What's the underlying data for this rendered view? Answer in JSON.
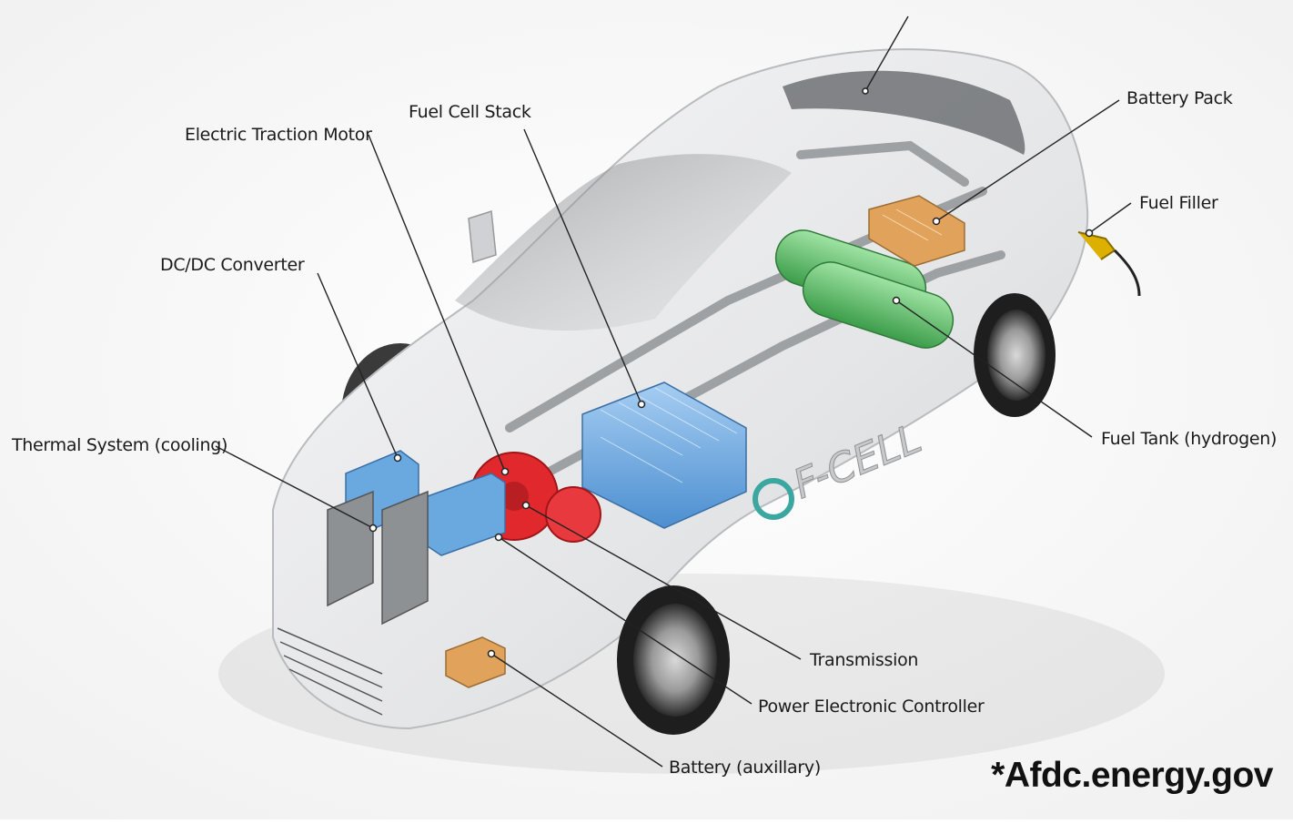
{
  "labels": {
    "battery_pack": "Battery Pack",
    "fuel_filler": "Fuel Filler",
    "fuel_cell_stack": "Fuel Cell Stack",
    "electric_traction_motor": "Electric Traction Motor",
    "dcdc_converter": "DC/DC Converter",
    "thermal_system": "Thermal System (cooling)",
    "fuel_tank": "Fuel Tank (hydrogen)",
    "transmission": "Transmission",
    "power_electronic_controller": "Power Electronic Controller",
    "battery_auxiliary": "Battery (auxillary)"
  },
  "badge_text": "F-CELL",
  "credit": "*Afdc.energy.gov",
  "colors": {
    "fuel_tank": "#5fbf6a",
    "fuel_cell_stack": "#6aa9e0",
    "motor": "#e0282d",
    "battery": "#e1a35c",
    "body": "#e9eaec",
    "leader_line": "#222222"
  }
}
